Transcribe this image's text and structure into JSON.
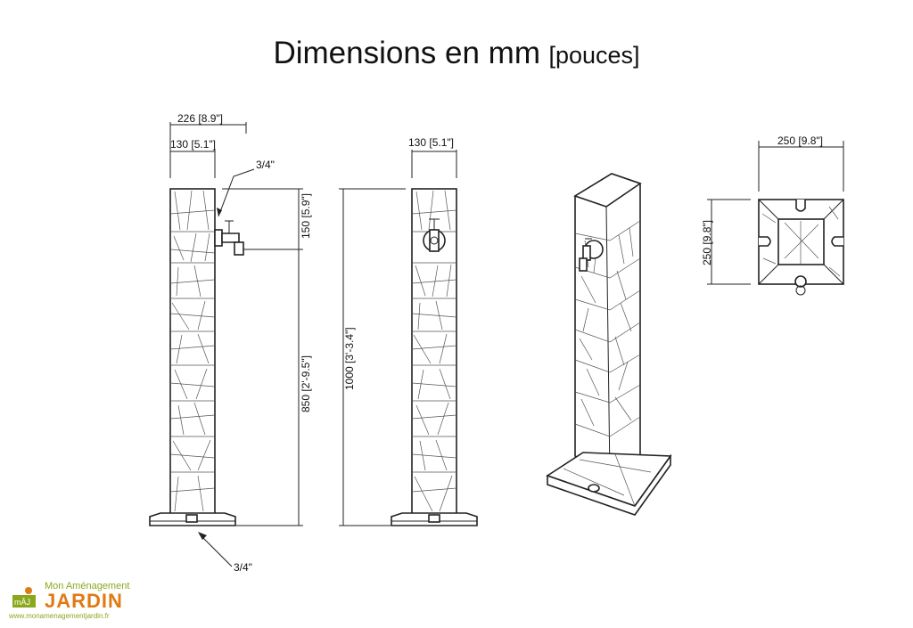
{
  "title": {
    "main": "Dimensions en mm",
    "sub": "[pouces]"
  },
  "front_view": {
    "width_total": "226 [8.9\"]",
    "width_column": "130 [5.1\"]",
    "tap_label": "3/4\"",
    "tap_height": "150 [5.9\"]",
    "tap_to_base": "850 [2'-9.5\"]",
    "base_label": "3/4\""
  },
  "side_view": {
    "width": "130 [5.1\"]",
    "height_total": "1000 [3'-3.4\"]"
  },
  "top_view": {
    "width": "250 [9.8\"]",
    "depth": "250 [9.8\"]"
  },
  "logo": {
    "top_text": "Mon Aménagement",
    "main_text": "JARDIN",
    "url": "www.monamenagementjardin.fr",
    "colors": {
      "green": "#8aa81e",
      "orange": "#e07a13"
    }
  }
}
